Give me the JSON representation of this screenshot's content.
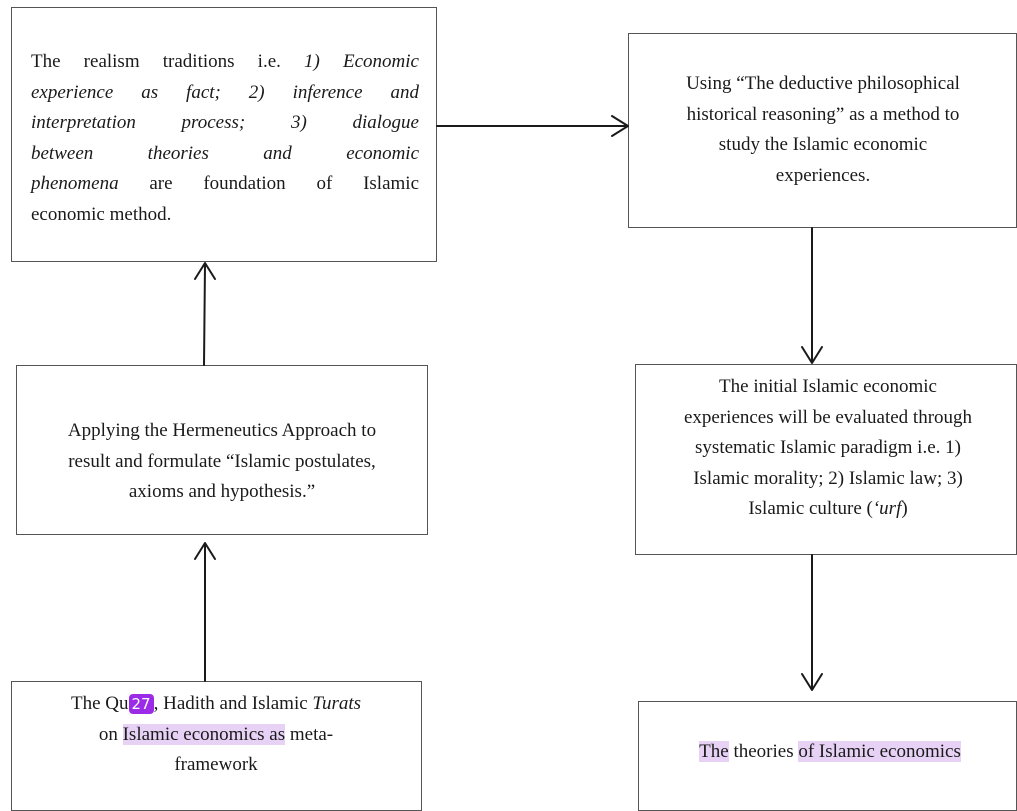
{
  "realism_box": {
    "line1_a": "The realism traditions  i.e. ",
    "line1_b": "1) Economic",
    "line2": "experience as fact; 2) inference and",
    "line3": "interpretation process; 3) dialogue",
    "line4": "between theories and economic",
    "line5_a": "phenomena",
    "line5_b": " are foundation of Islamic",
    "line6": "economic method."
  },
  "deductive_box": {
    "line1": "Using “The deductive philosophical",
    "line2": "historical reasoning” as a method to",
    "line3": "study the Islamic economic",
    "line4": "experiences."
  },
  "hermeneutics_box": {
    "line1": "Applying the Hermeneutics Approach to",
    "line2": "result and formulate “Islamic postulates,",
    "line3": "axioms and hypothesis.”"
  },
  "evaluation_box": {
    "line1": "The initial Islamic economic",
    "line2": "experiences will be evaluated through",
    "line3": "systematic Islamic paradigm i.e. 1)",
    "line4": "Islamic morality; 2) Islamic law; 3)",
    "line5_a": "Islamic culture (",
    "line5_b": "‘urf",
    "line5_c": ")"
  },
  "quran_box": {
    "line1_a": "The Qu",
    "line1_b": ", Hadith and Islamic ",
    "line1_c": "Turats",
    "line2_a": "on ",
    "line2_b": "Islamic economics as",
    "line2_c": " meta-",
    "line3": "framework",
    "badge": "27"
  },
  "theories_box": {
    "text_a": "The",
    "text_b": " theories ",
    "text_c": "of Islamic economics"
  },
  "colors": {
    "border": "#555555",
    "arrow": "#1a1a1a",
    "highlight": "#e7d2f6",
    "badge": "#9b2be6"
  }
}
